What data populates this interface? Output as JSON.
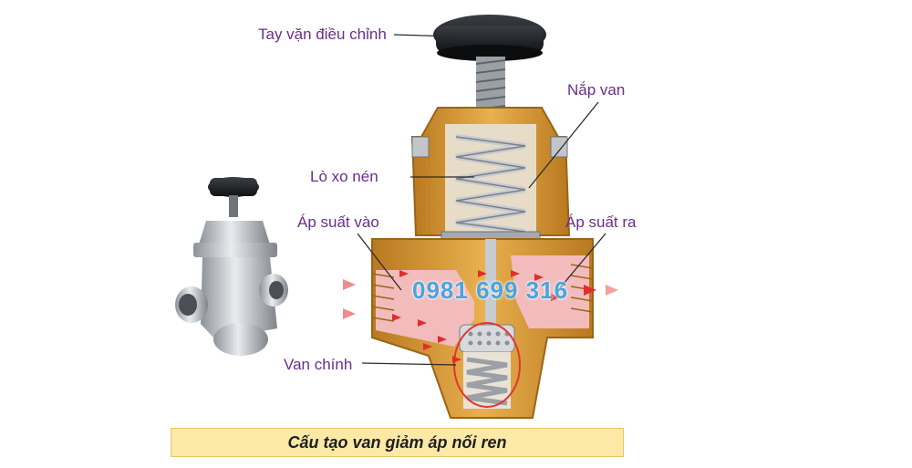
{
  "labels": {
    "handle": "Tay vặn điều chỉnh",
    "bonnet": "Nắp van",
    "spring": "Lò xo nén",
    "inlet_pressure": "Áp suất vào",
    "outlet_pressure": "Áp suất ra",
    "main_valve": "Van chính"
  },
  "phone": "0981 699 316",
  "caption": "Cấu tạo van giảm áp nối ren",
  "colors": {
    "label_text": "#6a2e8a",
    "brass": "#d79a3a",
    "brass_dark": "#b0721f",
    "pressure_fill": "#f3b9b9",
    "flow_arrow": "#e02d2d",
    "caption_bg": "#fce9a6",
    "phone_text": "#4aa3e0"
  },
  "icons": [
    "handwheel-knob-icon",
    "flow-arrow-icon"
  ]
}
